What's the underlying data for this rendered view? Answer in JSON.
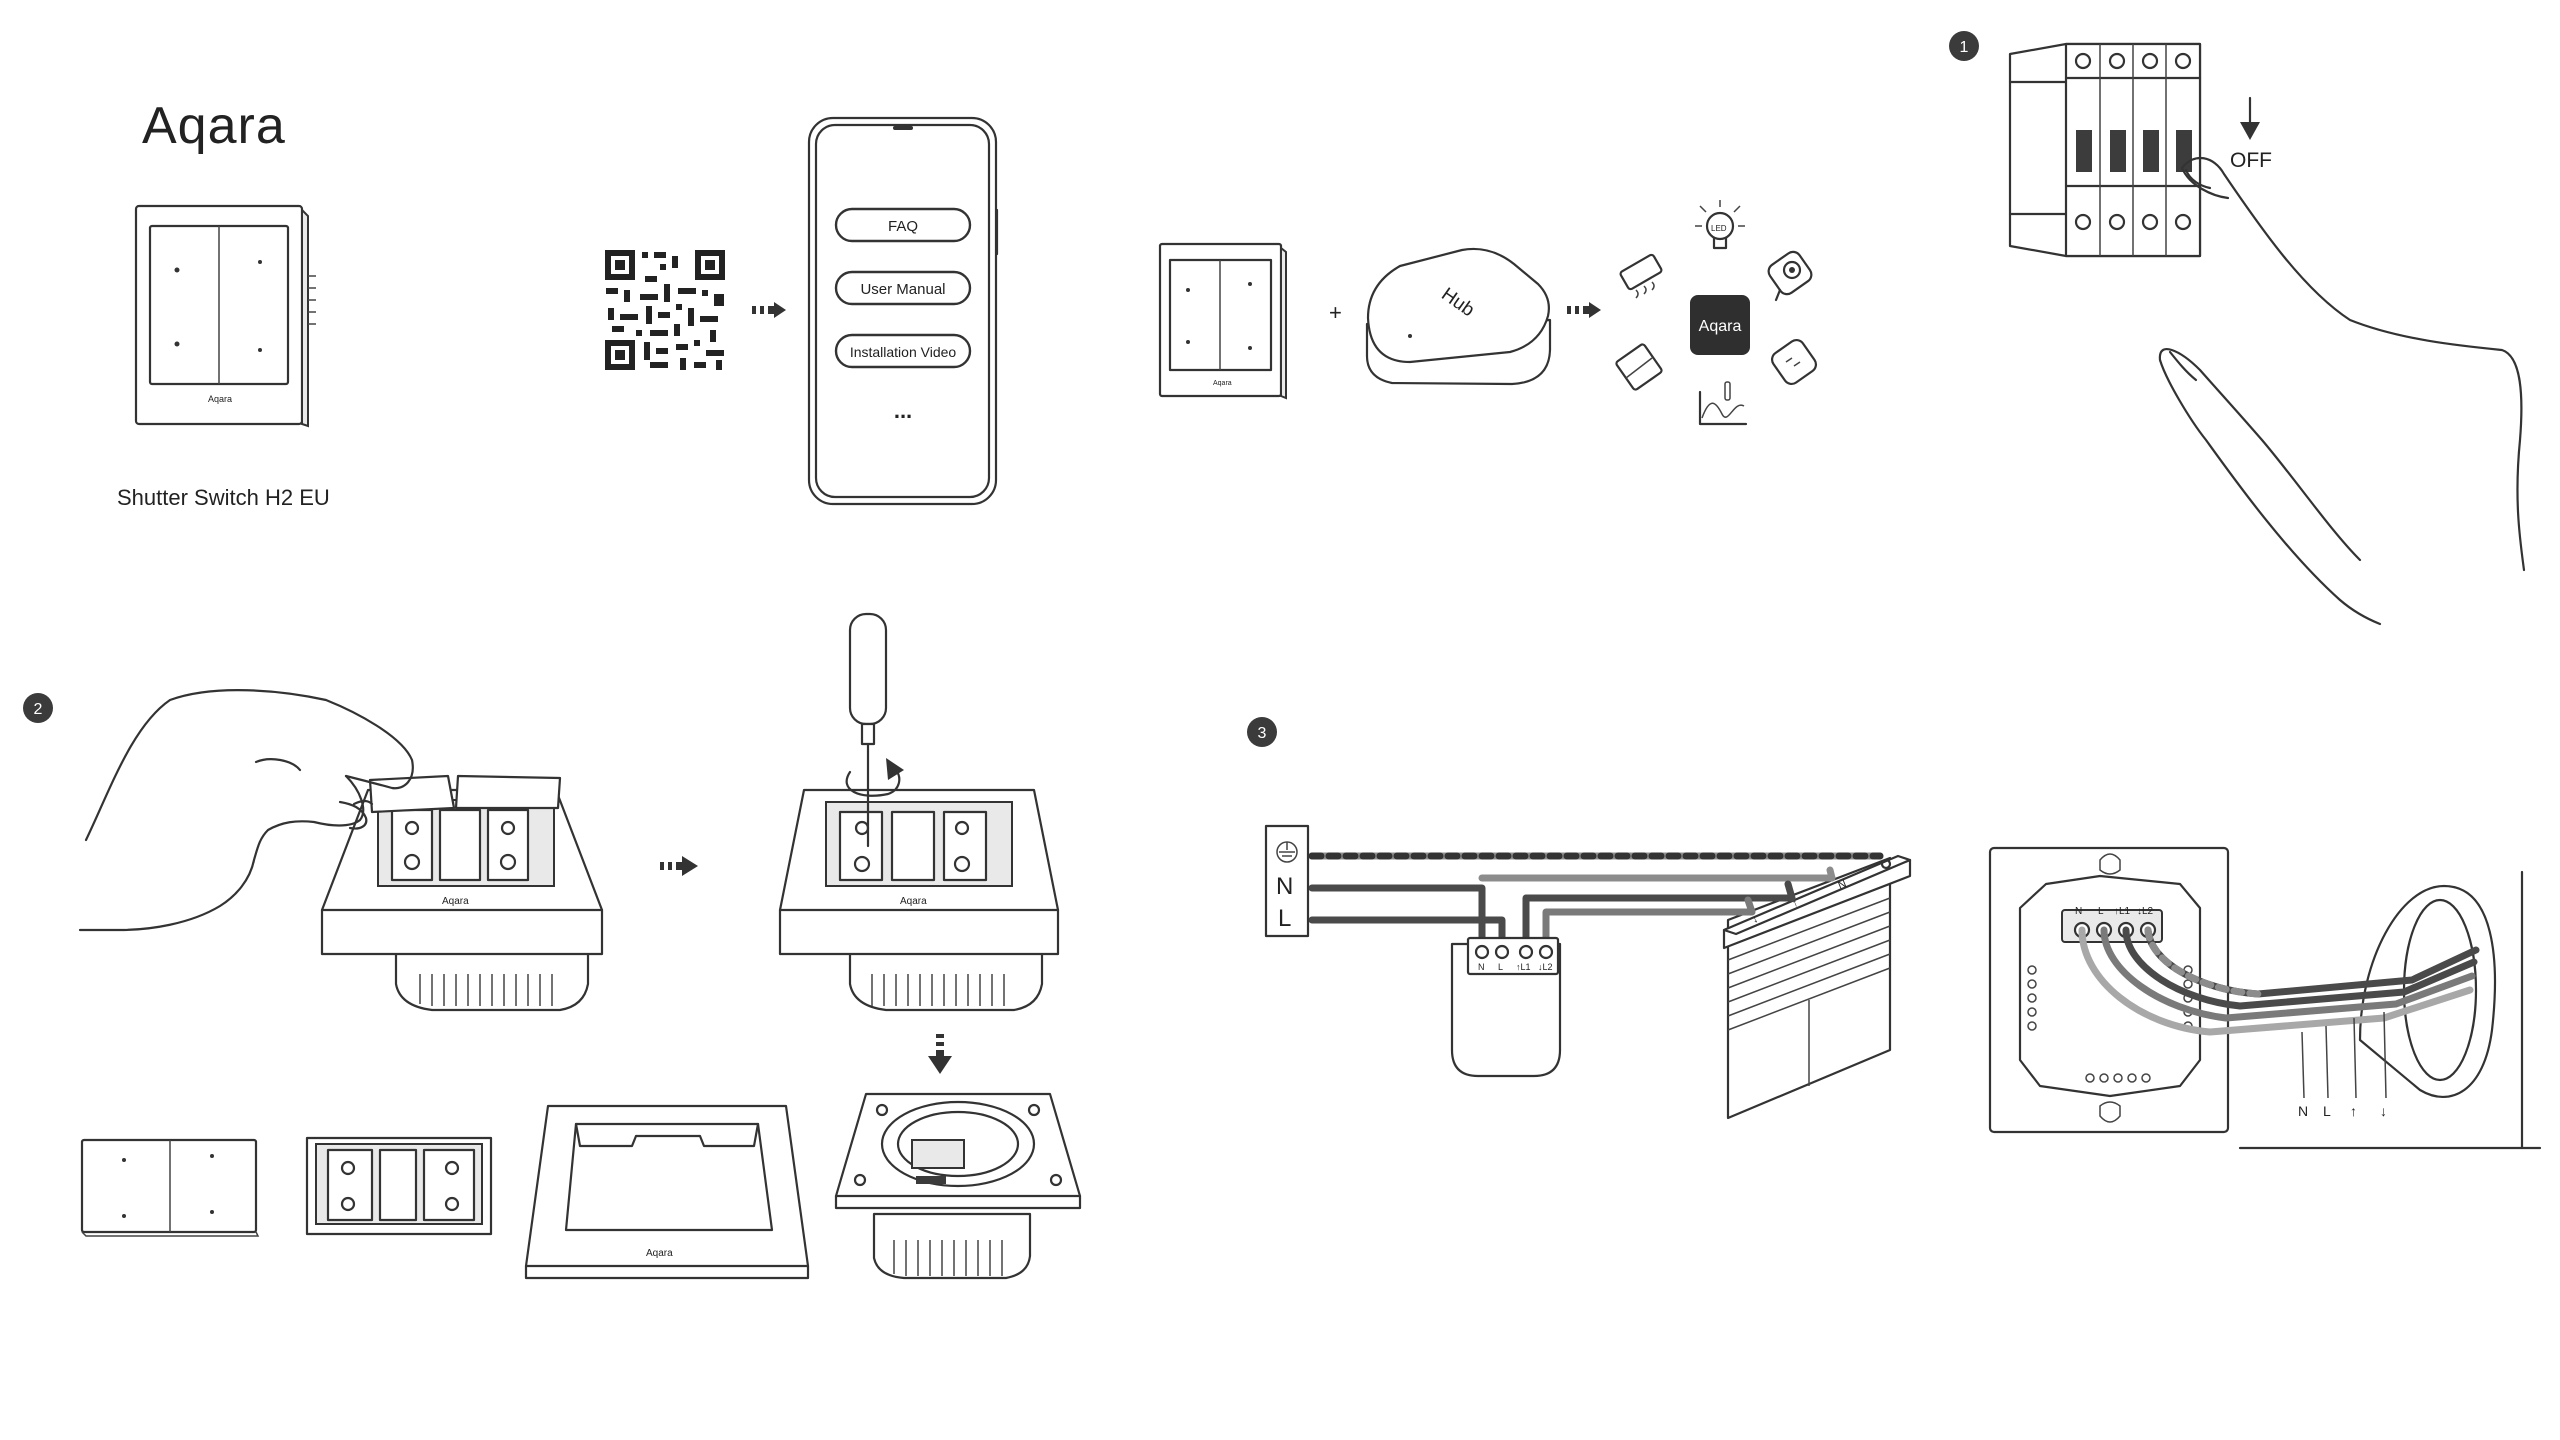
{
  "brand": {
    "logo_text": "Aqara"
  },
  "product": {
    "name": "Shutter Switch H2 EU"
  },
  "app_screen": {
    "buttons": [
      "FAQ",
      "User Manual",
      "Installation Video"
    ],
    "more": "..."
  },
  "pairing": {
    "plus": "+",
    "hub_label": "Hub",
    "center_logo": "Aqara",
    "led_label": "LED"
  },
  "steps": [
    "1",
    "2",
    "3"
  ],
  "breaker": {
    "label": "OFF"
  },
  "diagram_left": {
    "terminal_block": [
      "N",
      "L"
    ],
    "module_terminals": [
      "N",
      "L",
      "↑L1",
      "↓L2"
    ],
    "motor_markers": [
      "N",
      "↑",
      "↓"
    ]
  },
  "diagram_right": {
    "plate_terminals": [
      "N",
      "L",
      "↑L1",
      "↓L2"
    ],
    "wire_labels": [
      "N",
      "L",
      "↑",
      "↓"
    ]
  },
  "colors": {
    "line": "#333333",
    "wire_dark": "#4a4a4a",
    "wire_mid": "#7a7a7a",
    "wire_light": "#a8a8a8",
    "badge": "#3b3b3b"
  }
}
